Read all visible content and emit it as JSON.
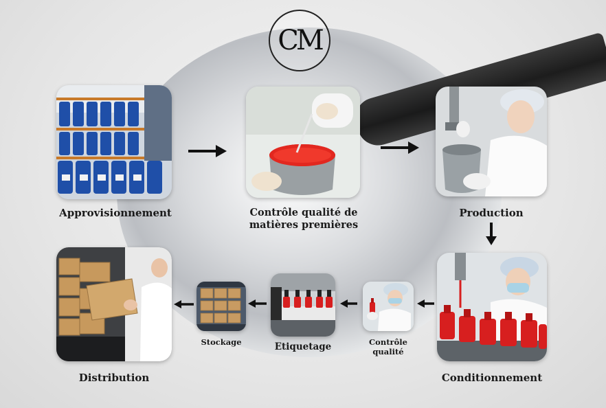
{
  "logo": {
    "text": "CM"
  },
  "steps": [
    {
      "id": "approvisionnement",
      "label": "Approvisionnement"
    },
    {
      "id": "controle-matieres",
      "label_line1": "Contrôle qualité de",
      "label_line2": "matières premières"
    },
    {
      "id": "production",
      "label": "Production"
    },
    {
      "id": "conditionnement",
      "label": "Conditionnement"
    },
    {
      "id": "controle-qualite",
      "label_line1": "Contrôle",
      "label_line2": "qualité"
    },
    {
      "id": "etiquetage",
      "label": "Etiquetage"
    },
    {
      "id": "stockage",
      "label": "Stockage"
    },
    {
      "id": "distribution",
      "label": "Distribution"
    }
  ],
  "colors": {
    "arrow": "#111111",
    "accent_red": "#d71f1f",
    "barrel_blue": "#1f4fa8"
  }
}
